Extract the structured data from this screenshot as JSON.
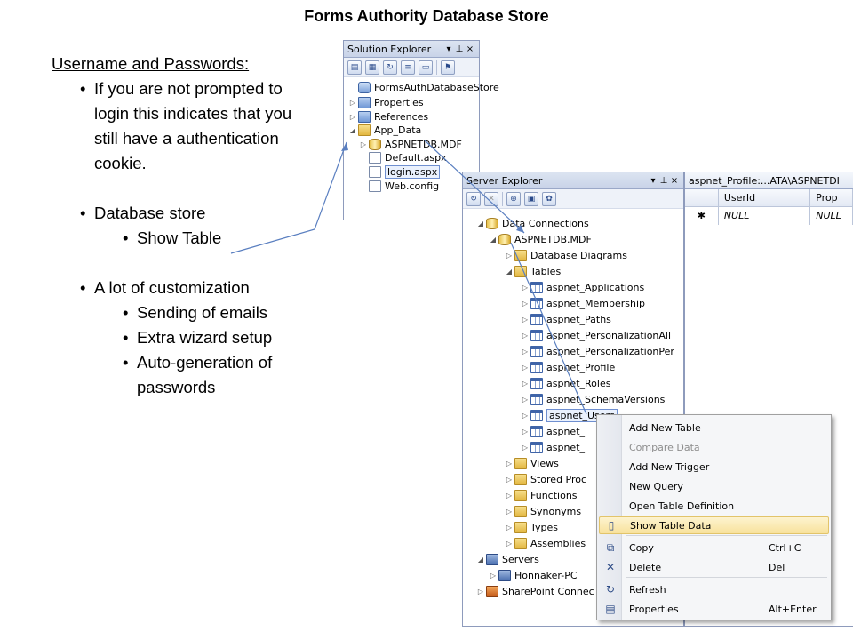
{
  "slide": {
    "title": "Forms Authority Database Store",
    "heading": "Username and Passwords:",
    "bullets": [
      {
        "level": 1,
        "text": "If you are not prompted to login this indicates that you still have a authentication cookie."
      },
      {
        "level": 1,
        "text": "Database store"
      },
      {
        "level": 2,
        "text": "Show Table"
      },
      {
        "level": 1,
        "text": "A lot of customization"
      },
      {
        "level": 2,
        "text": "Sending of emails"
      },
      {
        "level": 2,
        "text": "Extra wizard setup"
      },
      {
        "level": 2,
        "text": "Auto-generation of passwords"
      }
    ]
  },
  "solution_explorer": {
    "title": "Solution Explorer",
    "pin_icon": "pin-icon",
    "close_glyph": "×",
    "dropdown_glyph": "▾",
    "items": [
      {
        "label": "FormsAuthDatabaseStore",
        "icon": "project-icon",
        "toggle": ""
      },
      {
        "label": "Properties",
        "icon": "properties-icon",
        "toggle": "▷"
      },
      {
        "label": "References",
        "icon": "references-icon",
        "toggle": "▷"
      },
      {
        "label": "App_Data",
        "icon": "folder-icon",
        "toggle": "◢"
      },
      {
        "label": "ASPNETDB.MDF",
        "icon": "database-icon",
        "toggle": "▷"
      },
      {
        "label": "Default.aspx",
        "icon": "file-icon",
        "toggle": ""
      },
      {
        "label": "login.aspx",
        "icon": "file-icon",
        "toggle": ""
      },
      {
        "label": "Web.config",
        "icon": "config-icon",
        "toggle": ""
      }
    ]
  },
  "server_explorer": {
    "title": "Server Explorer",
    "items": [
      {
        "label": "Data Connections",
        "icon": "database-icon",
        "toggle": "◢"
      },
      {
        "label": "ASPNETDB.MDF",
        "icon": "database-icon",
        "toggle": "◢"
      },
      {
        "label": "Database Diagrams",
        "icon": "folder-icon",
        "toggle": "▷"
      },
      {
        "label": "Tables",
        "icon": "folder-icon",
        "toggle": "◢"
      },
      {
        "label": "aspnet_Applications",
        "icon": "table-icon",
        "toggle": "▷"
      },
      {
        "label": "aspnet_Membership",
        "icon": "table-icon",
        "toggle": "▷"
      },
      {
        "label": "aspnet_Paths",
        "icon": "table-icon",
        "toggle": "▷"
      },
      {
        "label": "aspnet_PersonalizationAll",
        "icon": "table-icon",
        "toggle": "▷"
      },
      {
        "label": "aspnet_PersonalizationPer",
        "icon": "table-icon",
        "toggle": "▷"
      },
      {
        "label": "aspnet_Profile",
        "icon": "table-icon",
        "toggle": "▷"
      },
      {
        "label": "aspnet_Roles",
        "icon": "table-icon",
        "toggle": "▷"
      },
      {
        "label": "aspnet_SchemaVersions",
        "icon": "table-icon",
        "toggle": "▷"
      },
      {
        "label": "aspnet_Users",
        "icon": "table-icon",
        "toggle": "▷"
      },
      {
        "label": "aspnet_",
        "icon": "table-icon",
        "toggle": "▷"
      },
      {
        "label": "aspnet_",
        "icon": "table-icon",
        "toggle": "▷"
      },
      {
        "label": "Views",
        "icon": "folder-icon",
        "toggle": "▷"
      },
      {
        "label": "Stored Proc",
        "icon": "folder-icon",
        "toggle": "▷"
      },
      {
        "label": "Functions",
        "icon": "folder-icon",
        "toggle": "▷"
      },
      {
        "label": "Synonyms",
        "icon": "folder-icon",
        "toggle": "▷"
      },
      {
        "label": "Types",
        "icon": "folder-icon",
        "toggle": "▷"
      },
      {
        "label": "Assemblies",
        "icon": "folder-icon",
        "toggle": "▷"
      },
      {
        "label": "Servers",
        "icon": "server-icon",
        "toggle": "◢"
      },
      {
        "label": "Honnaker-PC",
        "icon": "server-icon",
        "toggle": "▷"
      },
      {
        "label": "SharePoint Connec",
        "icon": "sharepoint-icon",
        "toggle": "▷"
      }
    ]
  },
  "data_grid": {
    "tab_title": "aspnet_Profile:...ATA\\ASPNETDI",
    "columns": [
      "UserId",
      "Prop"
    ],
    "new_row_marker": "✱",
    "rows": [
      [
        "NULL",
        "NULL"
      ]
    ]
  },
  "context_menu": {
    "items": [
      {
        "label": "Add New Table",
        "shortcut": "",
        "icon": "",
        "disabled": false
      },
      {
        "label": "Compare Data",
        "shortcut": "",
        "icon": "",
        "disabled": true
      },
      {
        "label": "Add New Trigger",
        "shortcut": "",
        "icon": "",
        "disabled": false
      },
      {
        "label": "New Query",
        "shortcut": "",
        "icon": "",
        "disabled": false
      },
      {
        "label": "Open Table Definition",
        "shortcut": "",
        "icon": "",
        "disabled": false
      },
      {
        "label": "Show Table Data",
        "shortcut": "",
        "icon": "show-data-icon",
        "disabled": false,
        "highlighted": true
      },
      {
        "label": "Copy",
        "shortcut": "Ctrl+C",
        "icon": "copy-icon",
        "disabled": false
      },
      {
        "label": "Delete",
        "shortcut": "Del",
        "icon": "delete-icon",
        "disabled": false
      },
      {
        "label": "Refresh",
        "shortcut": "",
        "icon": "refresh-icon",
        "disabled": false
      },
      {
        "label": "Properties",
        "shortcut": "Alt+Enter",
        "icon": "properties-icon",
        "disabled": false
      }
    ]
  },
  "colors": {
    "pane_border": "#8e9bbc",
    "menu_highlight": "#f8e29c",
    "arrow_line": "#5a7fc0"
  }
}
